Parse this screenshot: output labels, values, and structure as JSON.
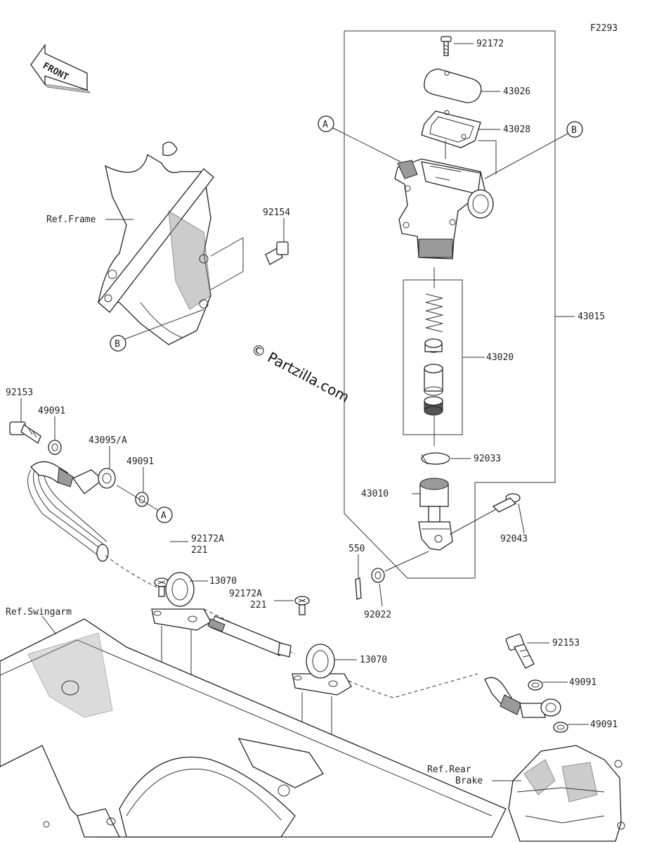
{
  "figure_code": "F2293",
  "watermark": "© Partzilla.com",
  "front_arrow": "FRONT",
  "callouts": {
    "A": "A",
    "B": "B"
  },
  "refs": {
    "frame": "Ref.Frame",
    "swingarm": "Ref.Swingarm",
    "rear_brake_line1": "Ref.Rear",
    "rear_brake_line2": "Brake"
  },
  "parts": [
    {
      "id": "p-92172",
      "label": "92172"
    },
    {
      "id": "p-43026",
      "label": "43026"
    },
    {
      "id": "p-43028",
      "label": "43028"
    },
    {
      "id": "p-43015",
      "label": "43015"
    },
    {
      "id": "p-43020",
      "label": "43020"
    },
    {
      "id": "p-92033",
      "label": "92033"
    },
    {
      "id": "p-43010",
      "label": "43010"
    },
    {
      "id": "p-92043",
      "label": "92043"
    },
    {
      "id": "p-550",
      "label": "550"
    },
    {
      "id": "p-92022",
      "label": "92022"
    },
    {
      "id": "p-92154",
      "label": "92154"
    },
    {
      "id": "p-92153-top",
      "label": "92153"
    },
    {
      "id": "p-49091-a",
      "label": "49091"
    },
    {
      "id": "p-43095A",
      "label": "43095/A"
    },
    {
      "id": "p-49091-b",
      "label": "49091"
    },
    {
      "id": "p-92172A-1",
      "label": "92172A"
    },
    {
      "id": "p-221-1",
      "label": "221"
    },
    {
      "id": "p-13070-1",
      "label": "13070"
    },
    {
      "id": "p-92172A-2",
      "label": "92172A"
    },
    {
      "id": "p-221-2",
      "label": "221"
    },
    {
      "id": "p-13070-2",
      "label": "13070"
    },
    {
      "id": "p-92153-bot",
      "label": "92153"
    },
    {
      "id": "p-49091-c",
      "label": "49091"
    },
    {
      "id": "p-49091-d",
      "label": "49091"
    }
  ]
}
